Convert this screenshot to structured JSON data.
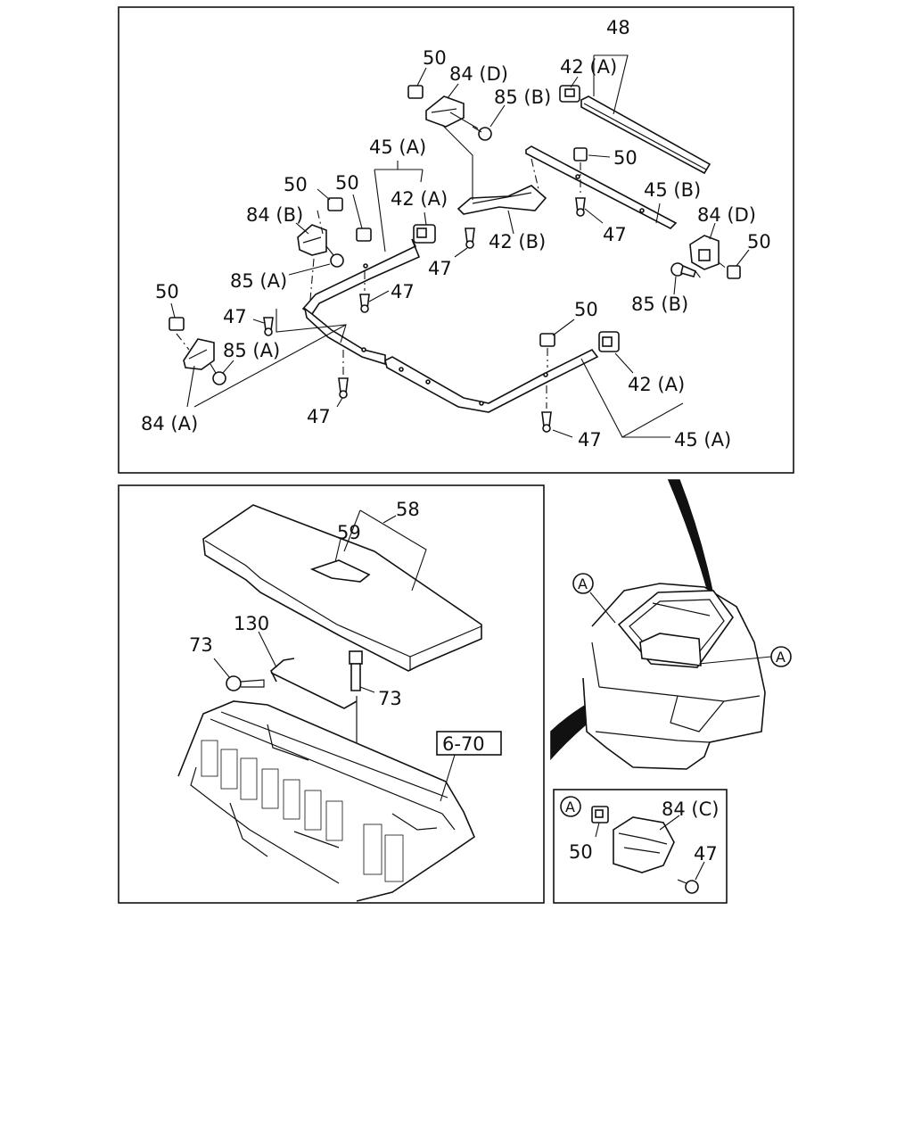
{
  "top_panel": {
    "labels": {
      "p48": "48",
      "p42a_top": "42 (A)",
      "p50_top": "50",
      "p84d_top": "84 (D)",
      "p85b_top": "85 (B)",
      "p45a_top": "45 (A)",
      "p42a_mid": "42 (A)",
      "p50_mid_l": "50",
      "p50_mid_r": "50",
      "p84b": "84 (B)",
      "p85a_mid": "85 (A)",
      "p47_mid": "47",
      "p42b": "42 (B)",
      "p47_mid2": "47",
      "p50_right": "50",
      "p45b": "45 (B)",
      "p47_right": "47",
      "p84d_right": "84 (D)",
      "p50_far_right": "50",
      "p85b_right": "85 (B)",
      "p50_left": "50",
      "p47_left": "47",
      "p85a_left": "85 (A)",
      "p84a": "84 (A)",
      "p47_bottom": "47",
      "p50_lower_right": "50",
      "p42a_lower_right": "42 (A)",
      "p47_lower_right": "47",
      "p45a_lower_right": "45 (A)"
    }
  },
  "bottom_left_panel": {
    "labels": {
      "p58": "58",
      "p59": "59",
      "p130": "130",
      "p73_left": "73",
      "p73_right": "73",
      "ref": "6-70"
    }
  },
  "bottom_right_panel": {
    "callout_a_top": "A",
    "callout_a_right": "A"
  },
  "detail_panel": {
    "callout": "A",
    "labels": {
      "p84c": "84 (C)",
      "p50": "50",
      "p47": "47"
    }
  }
}
